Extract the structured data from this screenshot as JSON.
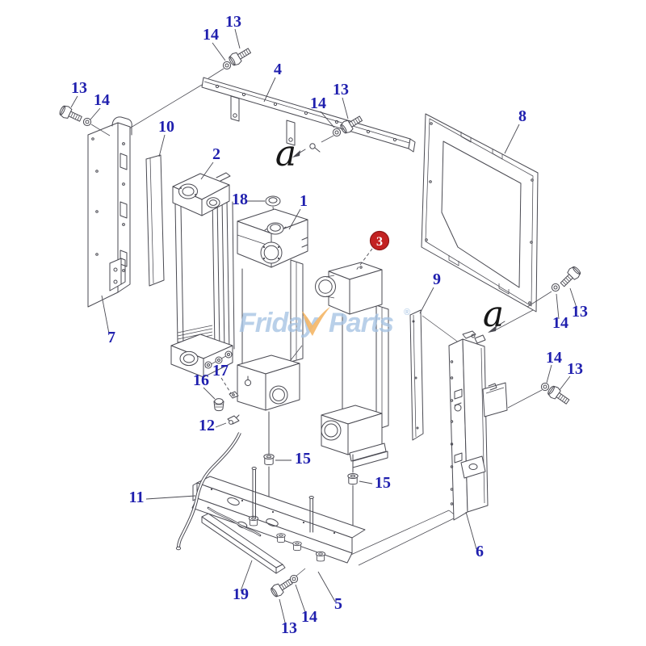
{
  "brand": {
    "name_left": "Friday",
    "name_right": "Parts",
    "registered_mark": "®"
  },
  "highlight": {
    "label": "3"
  },
  "views": [
    {
      "label": "a"
    },
    {
      "label": "a"
    }
  ],
  "callouts": [
    {
      "label": "13"
    },
    {
      "label": "14"
    },
    {
      "label": "4"
    },
    {
      "label": "13"
    },
    {
      "label": "14"
    },
    {
      "label": "13"
    },
    {
      "label": "14"
    },
    {
      "label": "10"
    },
    {
      "label": "2"
    },
    {
      "label": "18"
    },
    {
      "label": "1"
    },
    {
      "label": "8"
    },
    {
      "label": "9"
    },
    {
      "label": "13"
    },
    {
      "label": "14"
    },
    {
      "label": "14"
    },
    {
      "label": "13"
    },
    {
      "label": "7"
    },
    {
      "label": "16"
    },
    {
      "label": "17"
    },
    {
      "label": "12"
    },
    {
      "label": "11"
    },
    {
      "label": "15"
    },
    {
      "label": "15"
    },
    {
      "label": "6"
    },
    {
      "label": "19"
    },
    {
      "label": "5"
    },
    {
      "label": "14"
    },
    {
      "label": "13"
    }
  ],
  "colors": {
    "callout_label": "#1f1fae",
    "line_art": "#4a4a52",
    "badge_fill": "#c32222",
    "badge_border": "#8c1616",
    "badge_text": "#ffffff",
    "watermark_text": "#a6c3e3",
    "watermark_check": "#f1a43f",
    "background": "#ffffff"
  }
}
